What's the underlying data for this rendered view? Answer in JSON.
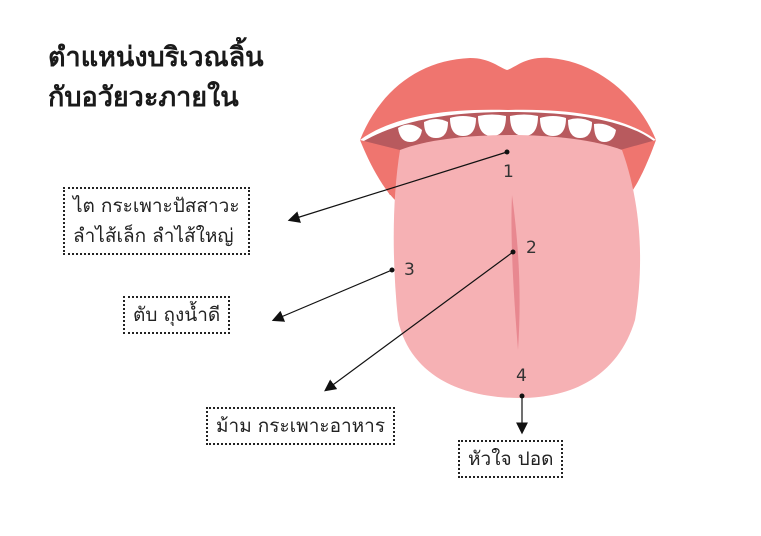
{
  "title": {
    "line1": "ตำแหน่งบริเวณลิ้น",
    "line2": "กับอวัยวะภายใน"
  },
  "markers": [
    "1",
    "2",
    "3",
    "4"
  ],
  "labels": {
    "zone1_line1": "ไต  กระเพาะปัสสาวะ",
    "zone1_line2": "ลำไส้เล็ก  ลำไส้ใหญ่",
    "zone3": "ตับ  ถุงน้ำดี",
    "zone2": "ม้าม  กระเพาะอาหาร",
    "zone4": "หัวใจ  ปอด"
  },
  "colors": {
    "lip": "#ef756f",
    "tongue": "#f6b1b4",
    "mouth": "#b85a5e",
    "teeth": "#ffffff",
    "groove": "#e88890"
  }
}
